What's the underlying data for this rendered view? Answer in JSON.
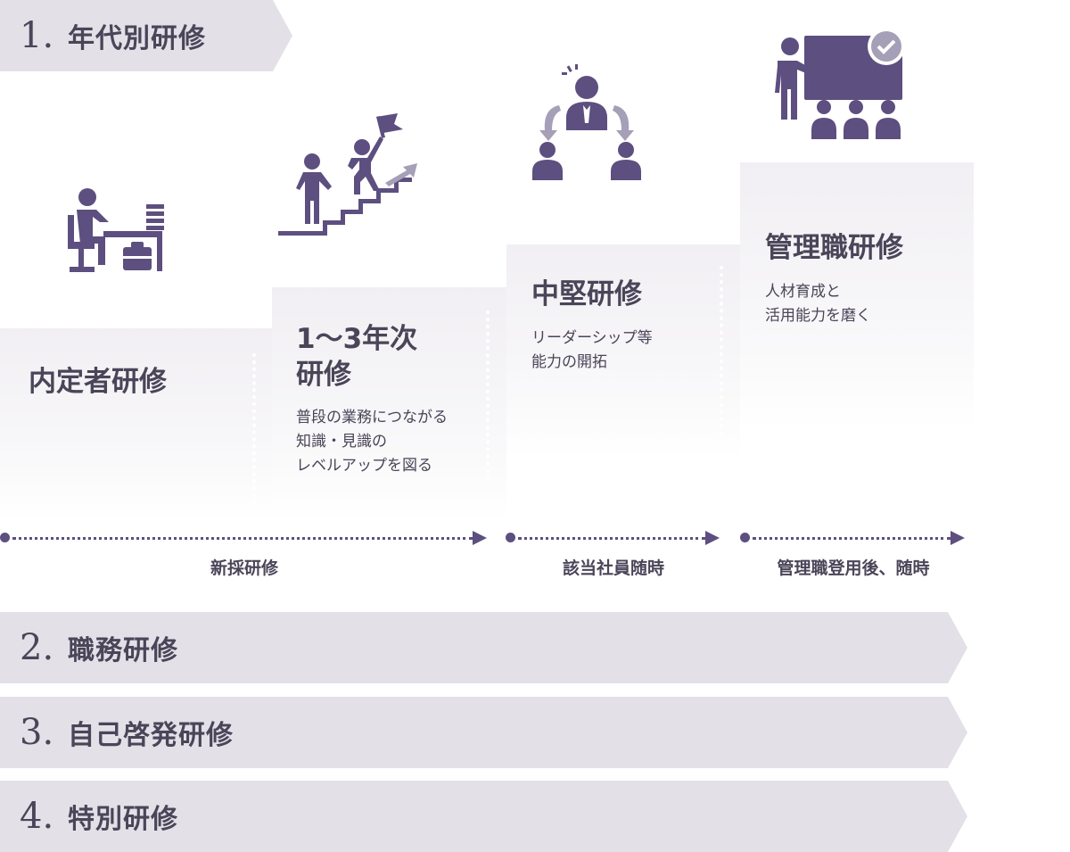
{
  "sections": [
    {
      "num": "1.",
      "label": "年代別研修"
    },
    {
      "num": "2.",
      "label": "職務研修"
    },
    {
      "num": "3.",
      "label": "自己啓発研修"
    },
    {
      "num": "4.",
      "label": "特別研修"
    }
  ],
  "steps": [
    {
      "title": "内定者研修",
      "desc": "",
      "icon": "desk-worker-icon"
    },
    {
      "title": "1〜3年次\n研修",
      "desc": "普段の業務につながる\n知識・見識の\nレベルアップを図る",
      "icon": "stairs-climbing-icon"
    },
    {
      "title": "中堅研修",
      "desc": "リーダーシップ等\n能力の開拓",
      "icon": "leader-team-icon"
    },
    {
      "title": "管理職研修",
      "desc": "人材育成と\n活用能力を磨く",
      "icon": "presenter-board-icon"
    }
  ],
  "timeline": [
    {
      "label": "新採研修"
    },
    {
      "label": "該当社員随時"
    },
    {
      "label": "管理職登用後、随時"
    }
  ],
  "colors": {
    "accent": "#5d4f7f",
    "banner": "#e3e0e8",
    "text": "#4a4558"
  }
}
